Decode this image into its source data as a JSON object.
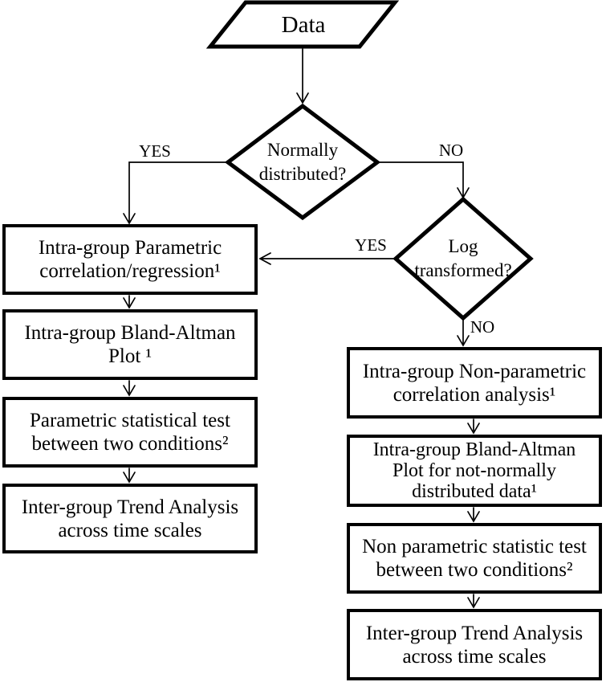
{
  "diagram": {
    "start": {
      "label": "Data"
    },
    "decisions": [
      {
        "name": "normally-distributed",
        "lines": [
          "Normally",
          "distributed?"
        ],
        "yes_label": "YES",
        "no_label": "NO"
      },
      {
        "name": "log-transformed",
        "lines": [
          "Log",
          "transformed?"
        ],
        "yes_label": "YES",
        "no_label": "NO"
      }
    ],
    "left_branch": [
      {
        "lines": [
          "Intra-group Parametric",
          "correlation/regression¹"
        ]
      },
      {
        "lines": [
          "Intra-group Bland-Altman",
          "Plot ¹"
        ]
      },
      {
        "lines": [
          "Parametric statistical test",
          "between two conditions²"
        ]
      },
      {
        "lines": [
          "Inter-group Trend Analysis",
          "across time scales"
        ]
      }
    ],
    "right_branch": [
      {
        "lines": [
          "Intra-group Non-parametric",
          "correlation analysis¹"
        ]
      },
      {
        "lines": [
          "Intra-group Bland-Altman",
          "Plot for not-normally",
          "distributed data¹"
        ]
      },
      {
        "lines": [
          "Non parametric statistic test",
          "between two conditions²"
        ]
      },
      {
        "lines": [
          "Inter-group Trend Analysis",
          "across time scales"
        ]
      }
    ],
    "colors": {
      "stroke": "#000000",
      "background": "#ffffff"
    }
  }
}
